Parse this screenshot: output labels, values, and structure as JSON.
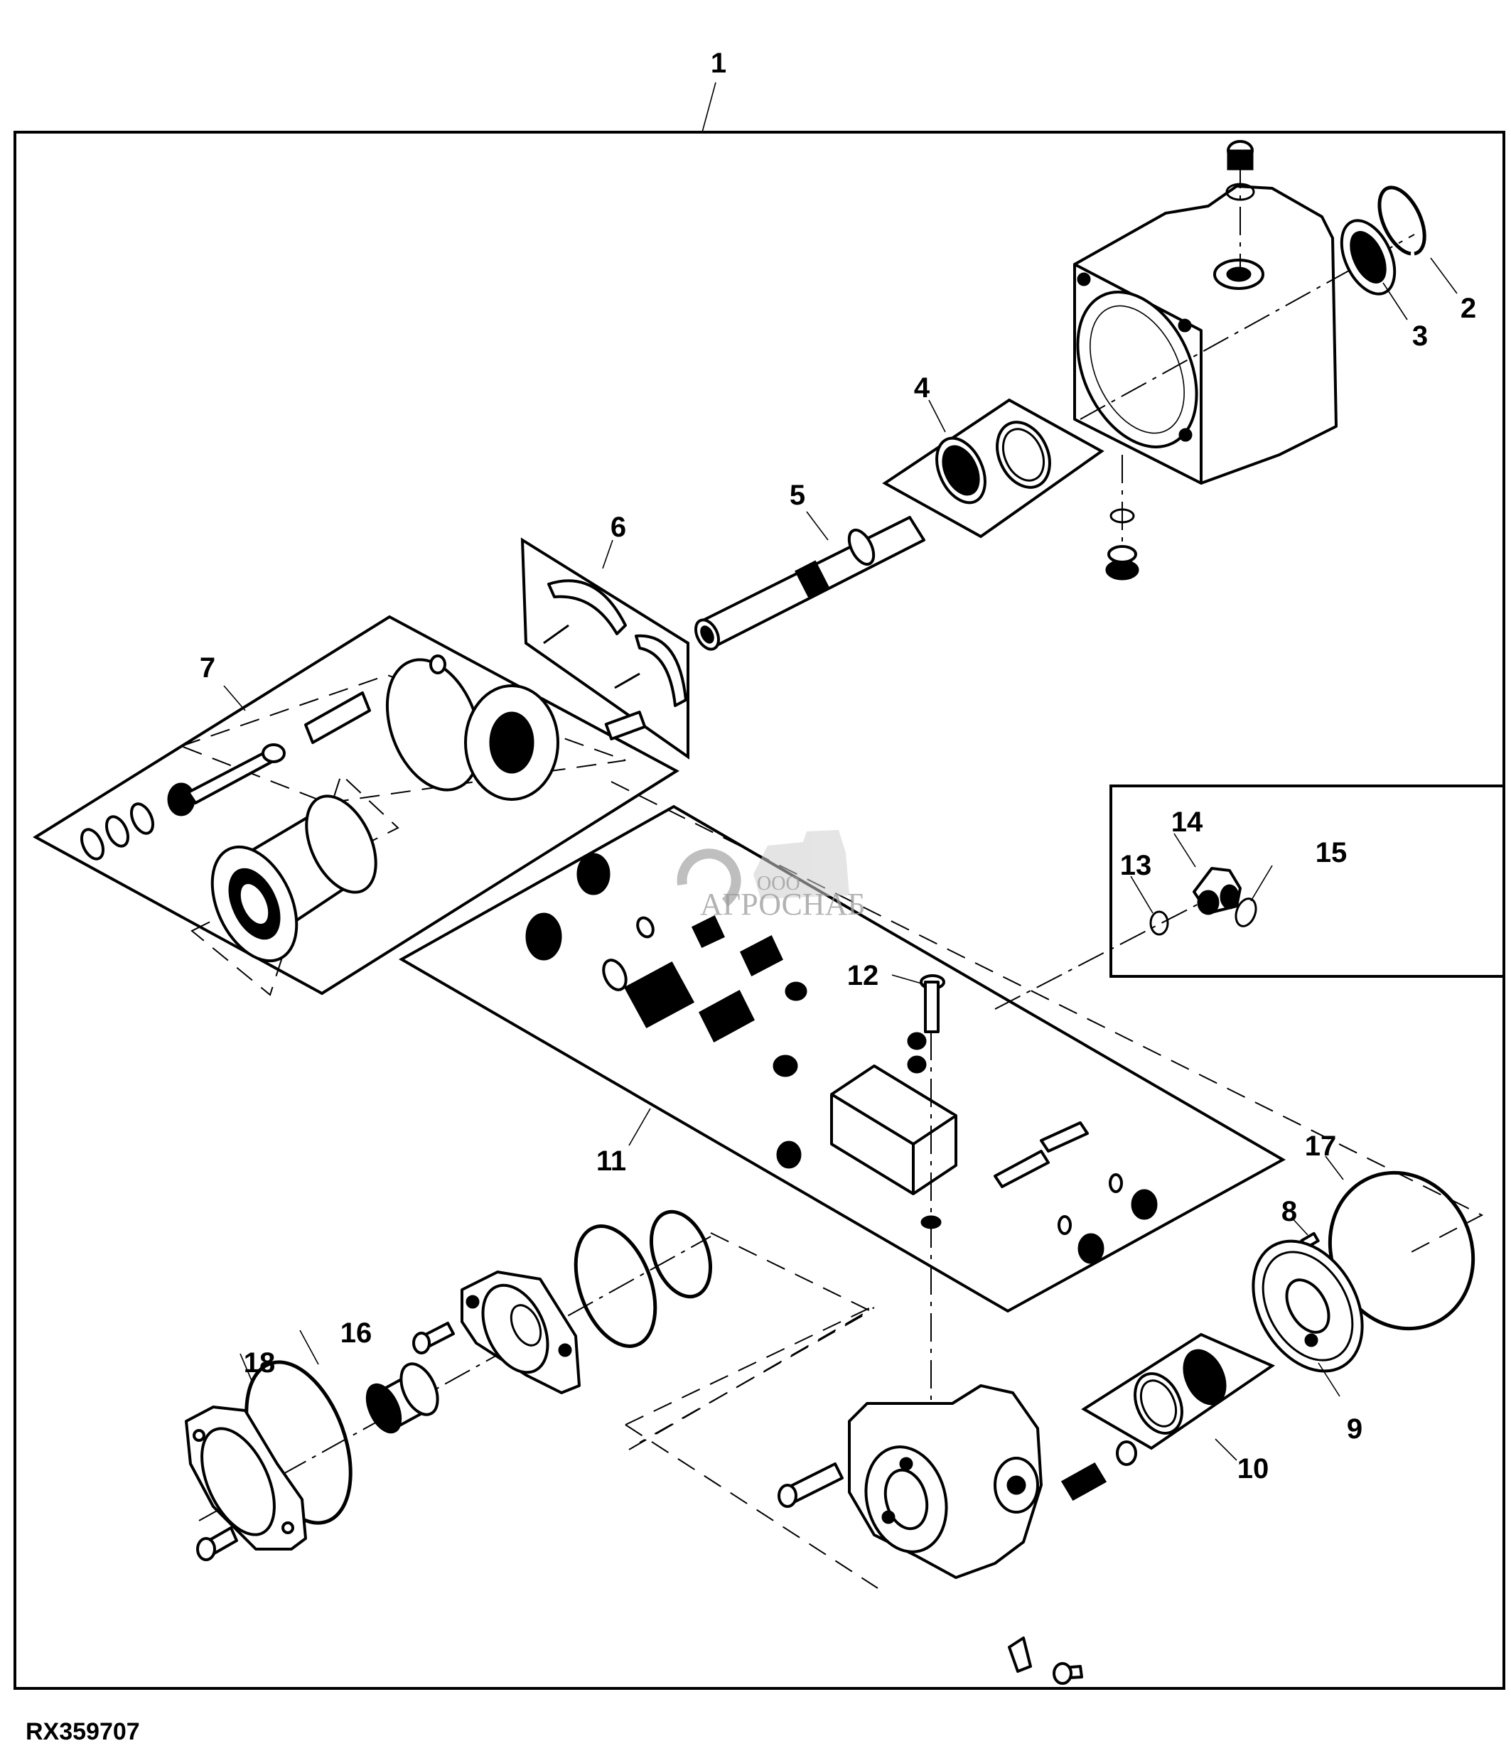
{
  "figure_id": "RX359707",
  "watermark": {
    "company_prefix": "ООО",
    "company_name": "АГРОСНАБ"
  },
  "callouts": [
    {
      "id": "callout-1",
      "number": "1"
    },
    {
      "id": "callout-2",
      "number": "2"
    },
    {
      "id": "callout-3",
      "number": "3"
    },
    {
      "id": "callout-4",
      "number": "4"
    },
    {
      "id": "callout-5",
      "number": "5"
    },
    {
      "id": "callout-6",
      "number": "6"
    },
    {
      "id": "callout-7",
      "number": "7"
    },
    {
      "id": "callout-8",
      "number": "8"
    },
    {
      "id": "callout-9",
      "number": "9"
    },
    {
      "id": "callout-10",
      "number": "10"
    },
    {
      "id": "callout-11",
      "number": "11"
    },
    {
      "id": "callout-12",
      "number": "12"
    },
    {
      "id": "callout-13",
      "number": "13"
    },
    {
      "id": "callout-14",
      "number": "14"
    },
    {
      "id": "callout-15",
      "number": "15"
    },
    {
      "id": "callout-16",
      "number": "16"
    },
    {
      "id": "callout-17",
      "number": "17"
    },
    {
      "id": "callout-18",
      "number": "18"
    }
  ]
}
